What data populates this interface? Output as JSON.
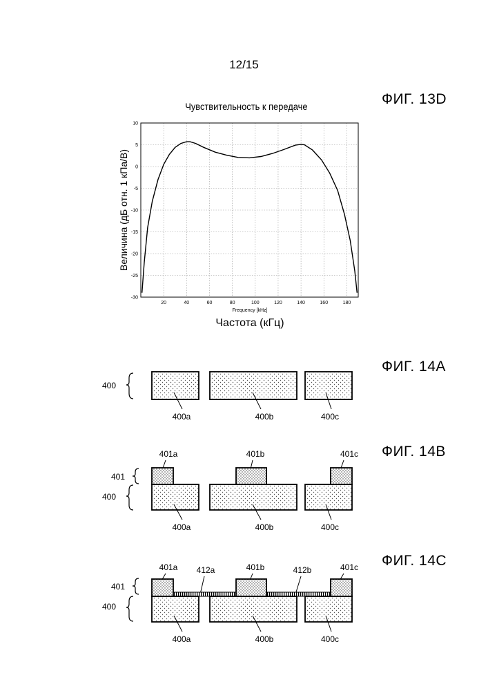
{
  "page_number": "12/15",
  "figures": {
    "fig13d": "ФИГ. 13D",
    "fig14a": "ФИГ. 14A",
    "fig14b": "ФИГ. 14B",
    "fig14c": "ФИГ. 14C"
  },
  "chart_data": {
    "type": "line",
    "title": "Чувствительность к передаче",
    "xlabel": "Frequency [kHz]",
    "xlabel_translation": "Частота (кГц)",
    "ylabel": "Величина (дБ отн. 1 кПа/В)",
    "xlim": [
      0,
      190
    ],
    "ylim": [
      -30,
      10
    ],
    "xticks": [
      20,
      40,
      60,
      80,
      100,
      120,
      140,
      160,
      180
    ],
    "yticks": [
      10,
      5,
      0,
      -5,
      -10,
      -15,
      -20,
      -25,
      -30
    ],
    "grid": true,
    "series": [
      {
        "x": [
          1,
          3,
          6,
          10,
          15,
          20,
          25,
          30,
          35,
          40,
          43,
          48,
          55,
          65,
          75,
          85,
          95,
          105,
          115,
          125,
          135,
          140,
          143,
          150,
          158,
          165,
          172,
          178,
          183,
          187,
          189
        ],
        "values": [
          -29,
          -22,
          -14,
          -8,
          -3,
          0.5,
          2.8,
          4.4,
          5.3,
          5.7,
          5.7,
          5.3,
          4.4,
          3.3,
          2.6,
          2.1,
          2.0,
          2.3,
          3.0,
          3.9,
          4.9,
          5.1,
          5.0,
          3.8,
          1.5,
          -1.5,
          -5.5,
          -11,
          -17,
          -24,
          -29
        ]
      }
    ]
  },
  "fig14a": {
    "bracket_400": "400",
    "blocks": [
      "400a",
      "400b",
      "400c"
    ]
  },
  "fig14b": {
    "bracket_401": "401",
    "bracket_400": "400",
    "top_blocks": [
      "401a",
      "401b",
      "401c"
    ],
    "blocks": [
      "400a",
      "400b",
      "400c"
    ]
  },
  "fig14c": {
    "bracket_401": "401",
    "bracket_400": "400",
    "top_blocks": [
      "401a",
      "401b",
      "401c"
    ],
    "connectors": [
      "412a",
      "412b"
    ],
    "blocks": [
      "400a",
      "400b",
      "400c"
    ]
  }
}
